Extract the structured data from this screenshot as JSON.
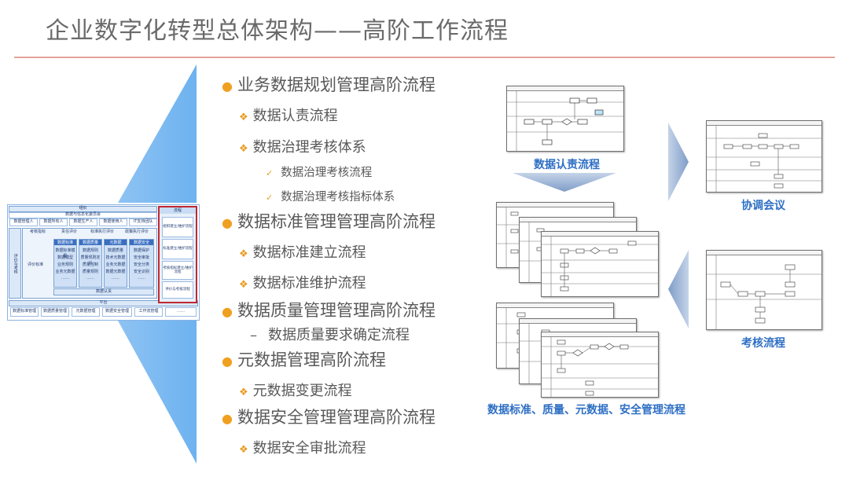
{
  "slide": {
    "title": "企业数字化转型总体架构——高阶工作流程"
  },
  "architecture": {
    "top_label": "组织",
    "committee": "数据与信息化委员会",
    "roles": [
      "数据管理人",
      "数据所有人",
      "数据生产人",
      "数据使用人",
      "IT支持团队"
    ],
    "eval_side": "评价与考核",
    "eval_row": [
      "考核指标",
      "责任评价",
      "标准执行评价",
      "政策执行评价"
    ],
    "eval_std": "评价标准",
    "columns": [
      {
        "head": "数据标准",
        "items": [
          "数据标准模型",
          "数据模型",
          "业务规则",
          "业务元数据",
          "……"
        ]
      },
      {
        "head": "数据质量",
        "items": [
          "数据规则",
          "质量规则定义",
          "质量控制",
          "质量规则",
          "……"
        ]
      },
      {
        "head": "元数据",
        "items": [
          "数据质量",
          "技术元数据",
          "业务元数据",
          "数据元数据",
          "……"
        ]
      },
      {
        "head": "数据安全",
        "items": [
          "数据保护",
          "安全审批",
          "安全分类",
          "安全识别",
          "……"
        ]
      }
    ],
    "bottom_cell": "数据认责",
    "platform": "平台",
    "platform_items": [
      "数据标准管理",
      "数据质量管理",
      "元数据管理",
      "数据安全管理",
      "工作流管理",
      "……"
    ],
    "process_head": "流程",
    "process_items": [
      "组织建立/维护流程",
      "标准建立/维护流程",
      "考核指标建立/维护流程",
      "评价与考核流程"
    ]
  },
  "outline": {
    "items": [
      {
        "level": 1,
        "text": "业务数据规划管理高阶流程"
      },
      {
        "level": 2,
        "text": "数据认责流程"
      },
      {
        "level": 2,
        "text": "数据治理考核体系"
      },
      {
        "level": 3,
        "text": "数据治理考核流程"
      },
      {
        "level": 3,
        "text": "数据治理考核指标体系"
      },
      {
        "level": 1,
        "text": "数据标准管理管理高阶流程"
      },
      {
        "level": 2,
        "text": "数据标准建立流程"
      },
      {
        "level": 2,
        "text": "数据标准维护流程"
      },
      {
        "level": 1,
        "text": "数据质量管理管理高阶流程"
      },
      {
        "level": "dash",
        "text": "数据质量要求确定流程"
      },
      {
        "level": 1,
        "text": "元数据管理高阶流程"
      },
      {
        "level": 2,
        "text": "元数据变更流程"
      },
      {
        "level": 1,
        "text": "数据安全管理管理高阶流程"
      },
      {
        "level": 2,
        "text": "数据安全审批流程"
      }
    ],
    "bullets": {
      "level1": "●",
      "level2": "❖",
      "level3": "✓",
      "dash": "–"
    }
  },
  "flows": {
    "caption_accountability": "数据认责流程",
    "caption_coordination": "协调会议",
    "caption_assessment": "考核流程",
    "caption_management": "数据标准、质量、元数据、安全管理流程"
  },
  "colors": {
    "title": "#6a6a6a",
    "rule": "#e2a49a",
    "accent_blue": "#2e6fc4",
    "bullet_orange": "#f0a020",
    "highlight_red": "#c0282f"
  }
}
